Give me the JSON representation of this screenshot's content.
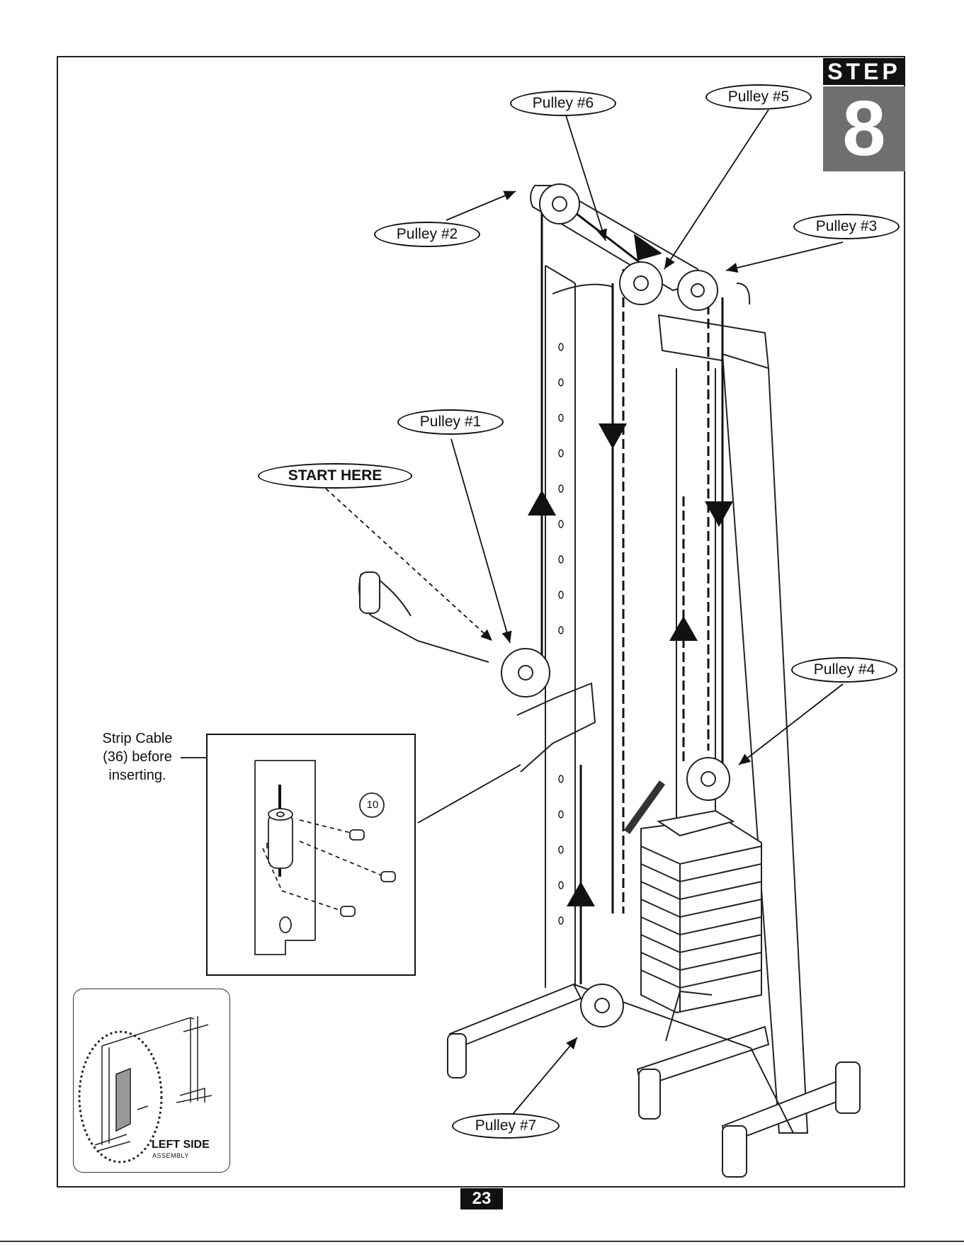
{
  "step": {
    "word": "STEP",
    "number": "8"
  },
  "callouts": {
    "pulley_6": "Pulley #6",
    "pulley_5": "Pulley #5",
    "pulley_3": "Pulley #3",
    "pulley_2": "Pulley #2",
    "pulley_1": "Pulley #1",
    "start_here": "START HERE",
    "pulley_4": "Pulley #4",
    "pulley_7": "Pulley #7"
  },
  "strip_note": [
    "Strip Cable",
    "(36) before",
    "inserting."
  ],
  "part_number": "10",
  "thumbnail": {
    "title": "LEFT SIDE",
    "subtitle": "ASSEMBLY"
  },
  "page_number": "23"
}
